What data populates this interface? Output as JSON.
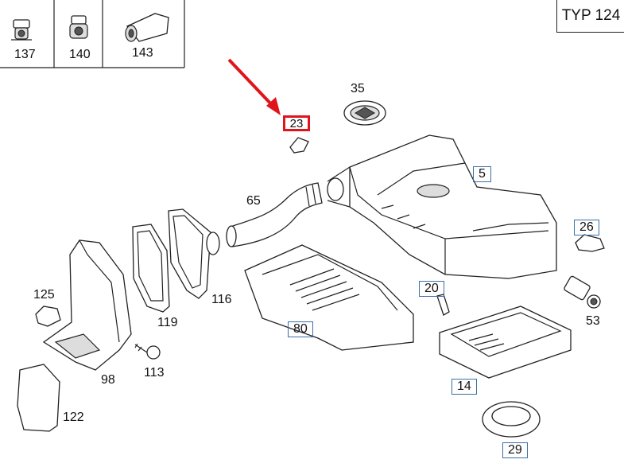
{
  "typ_label": "TYP 124",
  "legend": [
    {
      "number": "137"
    },
    {
      "number": "140"
    },
    {
      "number": "143"
    }
  ],
  "highlighted_part": "23",
  "parts": {
    "p35": "35",
    "p5": "5",
    "p65": "65",
    "p26": "26",
    "p116": "116",
    "p125": "125",
    "p20": "20",
    "p53": "53",
    "p119": "119",
    "p80": "80",
    "p113": "113",
    "p98": "98",
    "p14": "14",
    "p122": "122",
    "p29": "29"
  },
  "colors": {
    "highlight": "#e0151c",
    "arrow": "#e0151c",
    "link_box": "#3a6fa8"
  }
}
